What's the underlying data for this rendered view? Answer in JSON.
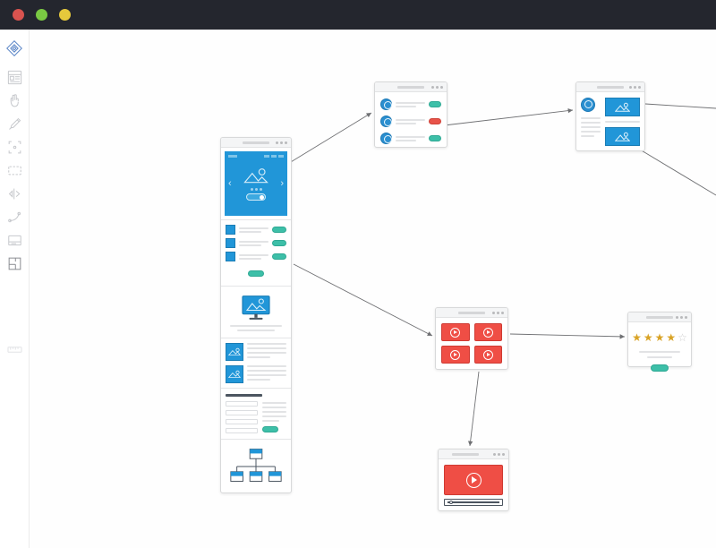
{
  "window": {
    "traffic_lights": [
      {
        "name": "close",
        "color": "#d9534f"
      },
      {
        "name": "minimize",
        "color": "#7ac943"
      },
      {
        "name": "zoom",
        "color": "#e6c93c"
      }
    ],
    "titlebar_color": "#24262e"
  },
  "toolbar": {
    "items": [
      {
        "name": "layers-logo-icon",
        "label": "Layers",
        "active": true
      },
      {
        "name": "wireframe-icon",
        "label": "Wireframe",
        "active": false
      },
      {
        "name": "hand-icon",
        "label": "Hand",
        "active": false
      },
      {
        "name": "pen-icon",
        "label": "Pen",
        "active": false
      },
      {
        "name": "crop-icon",
        "label": "Crop",
        "active": false
      },
      {
        "name": "rectangle-icon",
        "label": "Rectangle",
        "active": false
      },
      {
        "name": "flip-horizontal-icon",
        "label": "Flip",
        "active": false
      },
      {
        "name": "curve-icon",
        "label": "Curve",
        "active": false
      },
      {
        "name": "frame-icon",
        "label": "Frame",
        "active": false
      },
      {
        "name": "grid-layout-icon",
        "label": "Layout",
        "active": false
      },
      {
        "name": "ruler-icon",
        "label": "Ruler",
        "active": false
      }
    ]
  },
  "canvas": {
    "background": "#fefefe",
    "accent_blue": "#2196d8",
    "accent_teal": "#3dbfa8",
    "accent_red": "#ef4e45",
    "accent_star": "#d9a326",
    "connector_color": "#6f7073"
  },
  "artboards": [
    {
      "id": "page-main",
      "name": "Main landing page",
      "title": "",
      "dots": 3,
      "sections": [
        {
          "type": "hero-carousel",
          "prev": "‹",
          "next": "›",
          "slide_dots": 3,
          "toggle": "on"
        },
        {
          "type": "feature-list",
          "rows": 3,
          "cta": ""
        },
        {
          "type": "device-showcase",
          "caption_lines": 2
        },
        {
          "type": "media-pair",
          "rows": 2
        },
        {
          "type": "contact-form",
          "fields": 4,
          "submit": ""
        },
        {
          "type": "sitemap",
          "nodes": 4
        }
      ]
    },
    {
      "id": "card-users",
      "name": "User list",
      "title": "",
      "dots": 3,
      "rows": [
        {
          "avatar": true,
          "button": "teal"
        },
        {
          "avatar": true,
          "button": "red"
        },
        {
          "avatar": true,
          "button": "teal"
        }
      ]
    },
    {
      "id": "card-profile",
      "name": "Profile detail",
      "title": "",
      "dots": 3,
      "avatar": true,
      "images": 2,
      "text_lines": 6
    },
    {
      "id": "card-videogrid",
      "name": "Video gallery grid",
      "title": "",
      "dots": 3,
      "thumbnails": 4
    },
    {
      "id": "card-rating",
      "name": "Rating card",
      "title": "",
      "dots": 3,
      "stars_filled": 4,
      "stars_total": 5,
      "star_glyph": "★",
      "star_empty_glyph": "☆",
      "cta": ""
    },
    {
      "id": "card-player",
      "name": "Video player",
      "title": "",
      "dots": 3,
      "has_progress_bar": true
    }
  ],
  "connectors": [
    {
      "from": "page-main",
      "to": "card-users"
    },
    {
      "from": "card-users",
      "to": "card-profile"
    },
    {
      "from": "card-profile",
      "to": "offscreen-right-top"
    },
    {
      "from": "card-profile",
      "to": "offscreen-right-bottom"
    },
    {
      "from": "page-main",
      "to": "card-videogrid"
    },
    {
      "from": "card-videogrid",
      "to": "card-rating"
    },
    {
      "from": "card-videogrid",
      "to": "card-player"
    }
  ]
}
